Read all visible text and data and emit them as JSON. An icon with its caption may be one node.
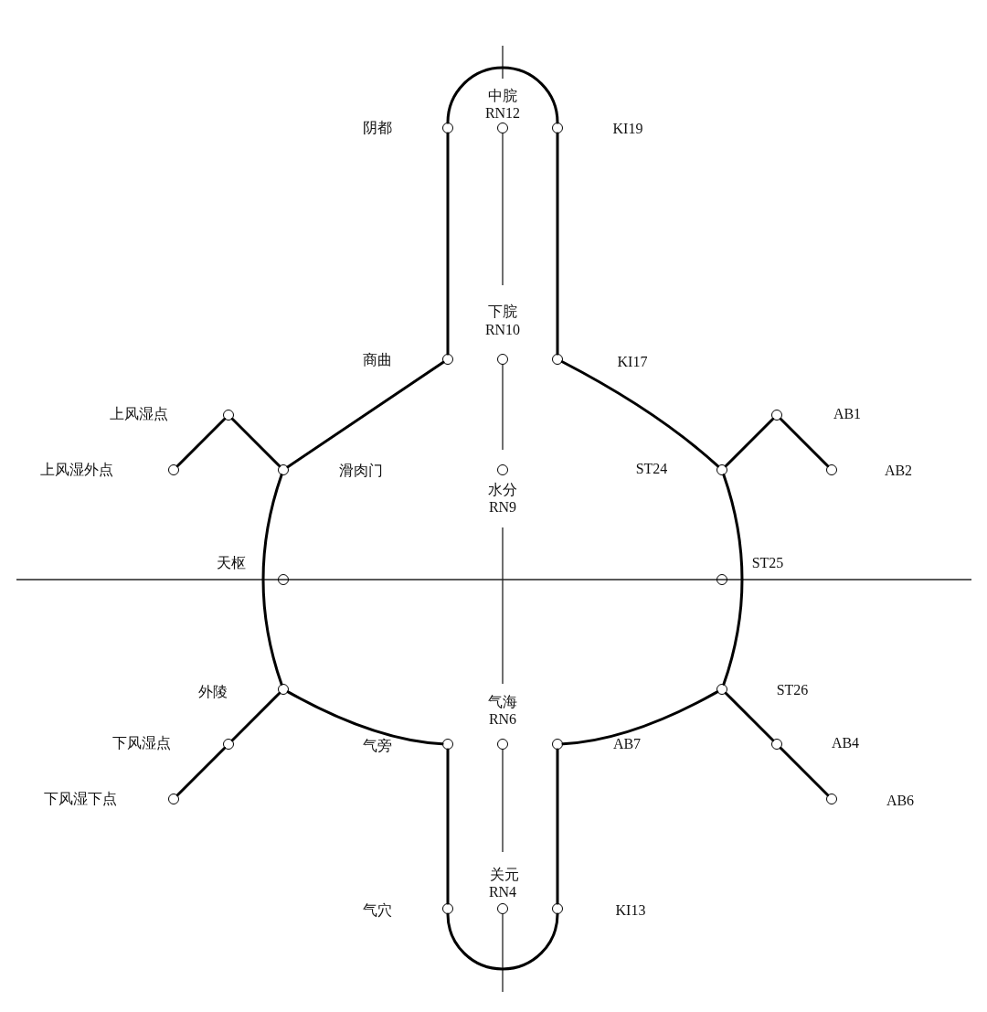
{
  "diagram": {
    "nodes": [
      {
        "text": [],
        "shape": "circle",
        "beside": [
          "阴都"
        ]
      },
      {
        "text": [],
        "shape": "circle",
        "beside": [
          "中脘",
          "RN12"
        ]
      },
      {
        "text": [],
        "shape": "circle",
        "beside": [
          "KI19"
        ]
      },
      {
        "text": [],
        "shape": "circle",
        "beside": [
          "商曲"
        ]
      },
      {
        "text": [],
        "shape": "circle",
        "beside": [
          "下脘",
          "RN10"
        ]
      },
      {
        "text": [],
        "shape": "circle",
        "beside": [
          "KI17"
        ]
      },
      {
        "text": [],
        "shape": "circle",
        "beside": [
          "上风湿点"
        ]
      },
      {
        "text": [],
        "shape": "circle",
        "beside": [
          "上风湿外点"
        ]
      },
      {
        "text": [],
        "shape": "circle",
        "beside": [
          "滑肉门"
        ]
      },
      {
        "text": [],
        "shape": "circle",
        "beside": [
          "水分",
          "RN9"
        ]
      },
      {
        "text": [],
        "shape": "circle",
        "beside": [
          "AB1"
        ]
      },
      {
        "text": [],
        "shape": "circle",
        "beside": [
          "ST24"
        ]
      },
      {
        "text": [],
        "shape": "circle",
        "beside": [
          "AB2"
        ]
      },
      {
        "text": [],
        "shape": "circle",
        "beside": [
          "天枢"
        ]
      },
      {
        "text": [],
        "shape": "circle",
        "beside": [
          "ST25"
        ]
      },
      {
        "text": [],
        "shape": "circle",
        "beside": [
          "外陵"
        ]
      },
      {
        "text": [],
        "shape": "circle",
        "beside": [
          "ST26"
        ]
      },
      {
        "text": [],
        "shape": "circle",
        "beside": [
          "下风湿点"
        ]
      },
      {
        "text": [],
        "shape": "circle",
        "beside": [
          "气旁"
        ]
      },
      {
        "text": [],
        "shape": "circle",
        "beside": [
          "气海",
          "RN6"
        ]
      },
      {
        "text": [],
        "shape": "circle",
        "beside": [
          "AB7"
        ]
      },
      {
        "text": [],
        "shape": "circle",
        "beside": [
          "AB4"
        ]
      },
      {
        "text": [],
        "shape": "circle",
        "beside": [
          "下风湿下点"
        ]
      },
      {
        "text": [],
        "shape": "circle",
        "beside": [
          "AB6"
        ]
      },
      {
        "text": [],
        "shape": "circle",
        "beside": [
          "气穴"
        ]
      },
      {
        "text": [],
        "shape": "circle",
        "beside": [
          "关元",
          "RN4"
        ]
      },
      {
        "text": [],
        "shape": "circle",
        "beside": [
          "KI13"
        ]
      }
    ],
    "edges": [
      {
        "from": 0,
        "to": 2,
        "arrow": "none"
      },
      {
        "from": 0,
        "to": 3,
        "arrow": "none"
      },
      {
        "from": 2,
        "to": 5,
        "arrow": "none"
      },
      {
        "from": 3,
        "to": 8,
        "arrow": "none"
      },
      {
        "from": 5,
        "to": 11,
        "arrow": "none"
      },
      {
        "from": 8,
        "to": 6,
        "arrow": "none"
      },
      {
        "from": 6,
        "to": 7,
        "arrow": "none"
      },
      {
        "from": 11,
        "to": 10,
        "arrow": "none"
      },
      {
        "from": 10,
        "to": 12,
        "arrow": "none"
      },
      {
        "from": 8,
        "to": 15,
        "arrow": "none"
      },
      {
        "from": 11,
        "to": 16,
        "arrow": "none"
      },
      {
        "from": 15,
        "to": 17,
        "arrow": "none"
      },
      {
        "from": 17,
        "to": 22,
        "arrow": "none"
      },
      {
        "from": 16,
        "to": 21,
        "arrow": "none"
      },
      {
        "from": 21,
        "to": 23,
        "arrow": "none"
      },
      {
        "from": 15,
        "to": 18,
        "arrow": "none"
      },
      {
        "from": 16,
        "to": 20,
        "arrow": "none"
      },
      {
        "from": 18,
        "to": 24,
        "arrow": "none"
      },
      {
        "from": 20,
        "to": 26,
        "arrow": "none"
      },
      {
        "from": 24,
        "to": 26,
        "arrow": "none"
      }
    ]
  }
}
